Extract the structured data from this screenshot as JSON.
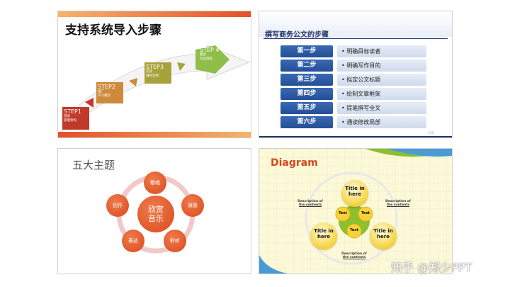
{
  "slide1": {
    "title": "支持系统导入步骤",
    "steps": [
      {
        "h": "STEP1",
        "l1": "培训",
        "l2": "管理架构"
      },
      {
        "h": "STEP2",
        "l1": "推广",
        "l2": "学习教案"
      },
      {
        "h": "STEP3",
        "l1": "实际",
        "l2": "辅导案例"
      },
      {
        "h": "STEP 4",
        "l1": "整合",
        "l2": "实战演练"
      }
    ],
    "colors": {
      "accent": "#e5502a",
      "step1": "#c0392b",
      "step2": "#cc8a3a",
      "step3": "#a8a23a",
      "step4": "#8fbf4a"
    }
  },
  "slide2": {
    "title": "撰写商务公文的步骤",
    "steps": [
      {
        "label": "第一步",
        "text": "• 明确目标读者"
      },
      {
        "label": "第二步",
        "text": "• 明确写作目的"
      },
      {
        "label": "第三步",
        "text": "• 拟定公文标题"
      },
      {
        "label": "第四步",
        "text": "• 绘制文章框架"
      },
      {
        "label": "第五步",
        "text": "• 提笔撰写全文"
      },
      {
        "label": "第六步",
        "text": "• 通读修改局部"
      }
    ],
    "page_number": "120",
    "colors": {
      "label": "#2f5ea8",
      "text_bg": "#dbe4f2"
    }
  },
  "slide3": {
    "title": "五大主题",
    "center": {
      "l1": "欣赏",
      "l2": "音乐"
    },
    "nodes": [
      "歌唱",
      "演奏",
      "聆听",
      "表达",
      "创作"
    ],
    "colors": {
      "circle": "#e25a2b",
      "ring": "#f2c9c9"
    }
  },
  "slide4": {
    "title": "Diagram",
    "balls": [
      "Title in here",
      "Title in here",
      "Title in here"
    ],
    "inner": [
      "Text",
      "Text",
      "Text"
    ],
    "desc_l1": "Description of",
    "desc_l2": "the contents",
    "colors": {
      "title": "#d24a1c",
      "ball": "#f6d23a",
      "inner": "#8dbf2e"
    }
  },
  "watermark": "知乎 @郑少PPT"
}
